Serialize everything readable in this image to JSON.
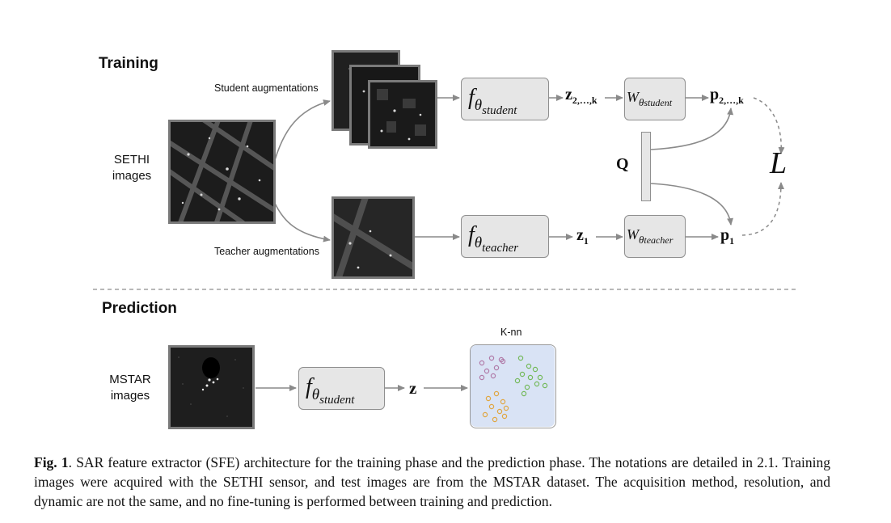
{
  "training": {
    "title": "Training",
    "input_label_line1": "SETHI",
    "input_label_line2": "images",
    "student_aug_label": "Student augmentations",
    "teacher_aug_label": "Teacher augmentations",
    "f_student": {
      "f": "f",
      "sub": "θ",
      "subsub": "student"
    },
    "f_teacher": {
      "f": "f",
      "sub": "θ",
      "subsub": "teacher"
    },
    "z_student": {
      "base": "z",
      "sub": "2,…,k"
    },
    "z_teacher": {
      "base": "z",
      "sub": "1"
    },
    "w_student": {
      "w": "W",
      "sub": "θ",
      "subsub": "student"
    },
    "w_teacher": {
      "w": "W",
      "sub": "θ",
      "subsub": "teacher"
    },
    "p_student": {
      "base": "p",
      "sub": "2,…,k"
    },
    "p_teacher": {
      "base": "p",
      "sub": "1"
    },
    "queue_label": "Q",
    "loss_label": "L"
  },
  "prediction": {
    "title": "Prediction",
    "input_label_line1": "MSTAR",
    "input_label_line2": "images",
    "f_student": {
      "f": "f",
      "sub": "θ",
      "subsub": "student"
    },
    "z_label": "z",
    "knn_label": "K-nn"
  },
  "colors": {
    "knn_bg": "#d9e3f5",
    "cluster_purple": "#b07aa8",
    "cluster_green": "#74b95a",
    "cluster_orange": "#e0a640",
    "arrow": "#8a8a8a"
  },
  "caption": {
    "fig": "Fig. 1",
    "text": ". SAR feature extractor (SFE) architecture for the training phase and the prediction phase. The notations are detailed in 2.1. Training images were acquired with the SETHI sensor, and test images are from the MSTAR dataset. The acquisition method, resolution, and dynamic are not the same, and no fine-tuning is performed between training and prediction."
  }
}
